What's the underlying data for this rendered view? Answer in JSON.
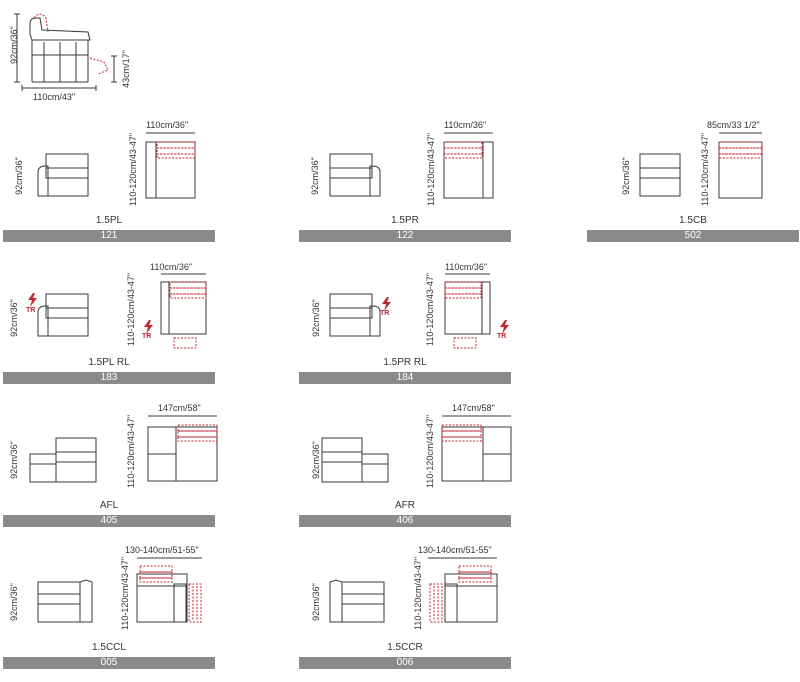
{
  "header": {
    "height_label": "92cm/36\"",
    "width_label": "110cm/43\"",
    "seat_height_label": "43cm/17\""
  },
  "modules": [
    {
      "name": "1.5PL",
      "code": "121",
      "height": "92cm/36\"",
      "width": "110cm/36\"",
      "depth": "110-120cm/43-47\""
    },
    {
      "name": "1.5PR",
      "code": "122",
      "height": "92cm/36\"",
      "width": "110cm/36\"",
      "depth": "110-120cm/43-47\""
    },
    {
      "name": "1.5CB",
      "code": "502",
      "height": "92cm/36\"",
      "width": "85cm/33 1/2\"",
      "depth": "110-120cm/43-47\""
    },
    {
      "name": "1.5PL RL",
      "code": "183",
      "height": "92cm/36\"",
      "width": "110cm/36\"",
      "depth": "110-120cm/43-47\"",
      "tr": "TR"
    },
    {
      "name": "1.5PR RL",
      "code": "184",
      "height": "92cm/36\"",
      "width": "110cm/36\"",
      "depth": "110-120cm/43-47\"",
      "tr": "TR"
    },
    {
      "name": "AFL",
      "code": "405",
      "height": "92cm/36\"",
      "width": "147cm/58\"",
      "depth": "110-120cm/43-47\""
    },
    {
      "name": "AFR",
      "code": "406",
      "height": "92cm/36\"",
      "width": "147cm/58\"",
      "depth": "110-120cm/43-47\""
    },
    {
      "name": "1.5CCL",
      "code": "005",
      "height": "92cm/36\"",
      "width": "130-140cm/51-55\"",
      "depth": "110-120cm/43-47\""
    },
    {
      "name": "1.5CCR",
      "code": "006",
      "height": "92cm/36\"",
      "width": "130-140cm/51-55\"",
      "depth": "110-120cm/43-47\""
    }
  ],
  "icons": {
    "recliner": "lightning-icon"
  },
  "colors": {
    "code_bar": "#8a8a8a",
    "accent_red": "#c4262e",
    "line": "#3a3a3a"
  }
}
